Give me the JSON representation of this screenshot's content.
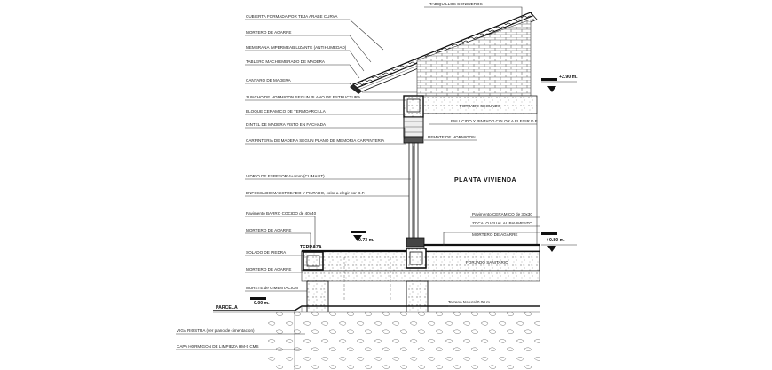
{
  "labels_left": [
    "CUBIERTA FORMADA POR TEJA ARABE CURVA",
    "MORTERO DE AGARRE",
    "MEMBRANA IMPERMEABILIZANTE (ANTIHUMEDAD)",
    "TABLERO MACHIEMBRADO DE MADERA",
    "CANTARO DE MADERA",
    "ZUNCHO DE HORMIGON SEGUN PLANO DE ESTRUCTURA",
    "BLOQUE CERAMICO DE TERMOARCILLA",
    "DINTEL DE MADERA VISTO EN FACHADA",
    "CARPINTERIA DE MADERA SEGUN PLANO DE MEMORIA CARPINTERIA",
    "VIDRIO DE ESPESOR 4+4mm (CLIMALIT)",
    "ENFOSCADO MAESTREADO Y PINTADO, color a elegir por D.F.",
    "Pavimento BARRO COCIDO de 40x40",
    "MORTERO DE AGARRE",
    "SOLADO DE PIEDRA",
    "MORTERO DE AGARRE",
    "MURETE de CIMENTACION",
    "VIGA RIOSTRA (ver plano de cimentacion)",
    "CAPA HORMIGON DE LIMPIEZA HM-5 CMS"
  ],
  "labels_right": {
    "tabiquillos": "TABIQUILLOS CONEJEROS",
    "forjado": "FORJADO SEGUNDO",
    "enlucido": "ENLUCIDO Y PINTADO COLOR A ELEGIR D.F.",
    "remate": "REMATE DE HORMIGON",
    "pavimento_ceramico": "Pavimento CERAMICO de 30x30",
    "zocalo": "ZOCALO IGUAL AL PAVIMENTO",
    "mortero": "MORTERO DE AGARRE",
    "forjado_sanitario": "FORJADO SANITARIO",
    "terreno": "Terreno Natural 0.00 m."
  },
  "room_label": "PLANTA VIVIENDA",
  "terraza": "TERRAZA",
  "parcela": "PARCELA",
  "levels": {
    "roof": "+2.90 m.",
    "terrace": "+0.73 m.",
    "floor": "+0.80 m.",
    "ground": "0.00 m."
  }
}
